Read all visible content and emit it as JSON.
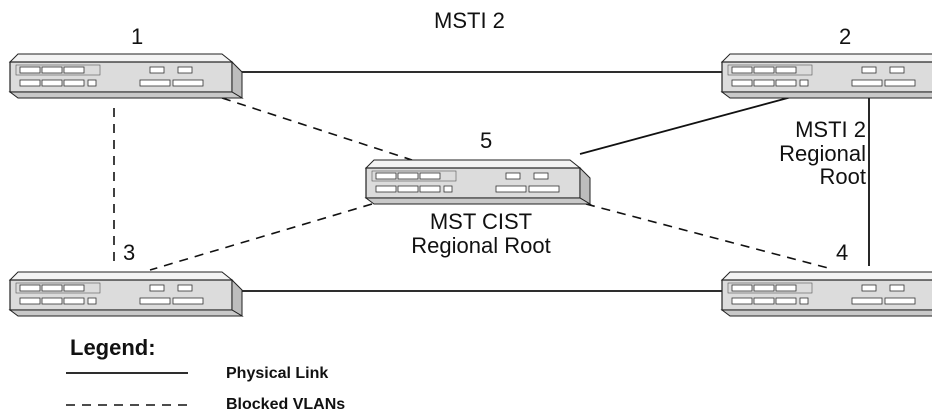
{
  "title": "MSTI 2",
  "switches": [
    {
      "id": "1"
    },
    {
      "id": "2"
    },
    {
      "id": "3"
    },
    {
      "id": "4"
    },
    {
      "id": "5"
    }
  ],
  "annotations": {
    "cist_root": [
      "MST CIST",
      "Regional Root"
    ],
    "msti_root": [
      "MSTI 2",
      "Regional",
      "Root"
    ]
  },
  "links": [
    {
      "from": "1",
      "to": "2",
      "type": "physical"
    },
    {
      "from": "3",
      "to": "4",
      "type": "physical"
    },
    {
      "from": "2",
      "to": "4",
      "type": "physical"
    },
    {
      "from": "5",
      "to": "2",
      "type": "physical"
    },
    {
      "from": "1",
      "to": "3",
      "type": "blocked"
    },
    {
      "from": "1",
      "to": "5",
      "type": "blocked"
    },
    {
      "from": "5",
      "to": "3",
      "type": "blocked"
    },
    {
      "from": "5",
      "to": "4",
      "type": "blocked"
    }
  ],
  "legend": {
    "title": "Legend:",
    "items": [
      {
        "style": "solid",
        "label": "Physical Link"
      },
      {
        "style": "dashed",
        "label": "Blocked VLANs"
      }
    ]
  },
  "colors": {
    "stroke": "#111111",
    "device_top": "#f3f3f3",
    "device_front": "#d9d9d9",
    "device_side": "#bdbdbd"
  }
}
